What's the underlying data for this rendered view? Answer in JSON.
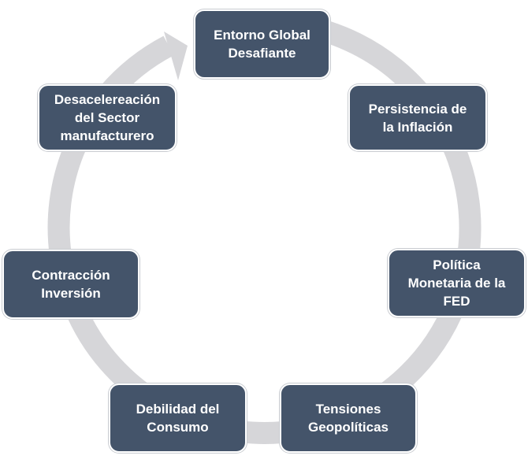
{
  "diagram": {
    "type": "cycle",
    "colors": {
      "node_fill": "#44546a",
      "node_text": "#ffffff",
      "ring": "#d6d6d9"
    },
    "nodes": [
      {
        "label": "Entorno Global\nDesafiante"
      },
      {
        "label": "Persistencia de\nla Inflación"
      },
      {
        "label": "Política\nMonetaria de la\nFED"
      },
      {
        "label": "Tensiones\nGeopolíticas"
      },
      {
        "label": "Debilidad del\nConsumo"
      },
      {
        "label": "Contracción\nInversión"
      },
      {
        "label": "Desacelereación\ndel Sector\nmanufacturero"
      }
    ]
  }
}
